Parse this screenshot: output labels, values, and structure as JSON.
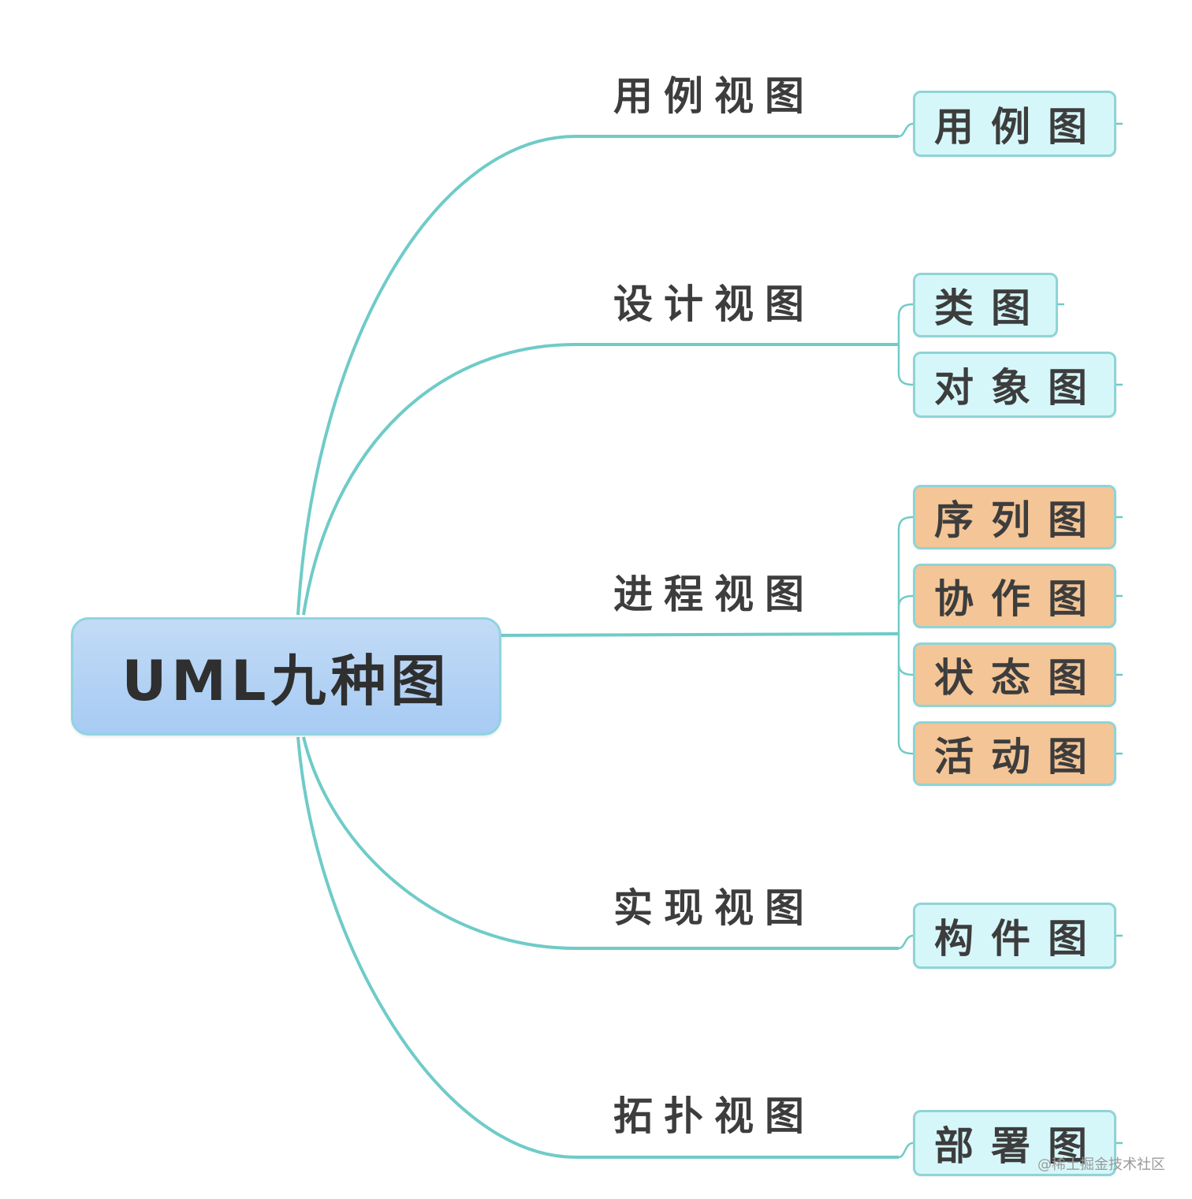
{
  "root": {
    "label": "UML九种图"
  },
  "branches": [
    {
      "label": "用例视图",
      "leaves": [
        {
          "label": "用例图",
          "fill": "#d6f7f9"
        }
      ]
    },
    {
      "label": "设计视图",
      "leaves": [
        {
          "label": "类图",
          "fill": "#d6f7f9"
        },
        {
          "label": "对象图",
          "fill": "#d6f7f9"
        }
      ]
    },
    {
      "label": "进程视图",
      "leaves": [
        {
          "label": "序列图",
          "fill": "#f4c596"
        },
        {
          "label": "协作图",
          "fill": "#f4c596"
        },
        {
          "label": "状态图",
          "fill": "#f4c596"
        },
        {
          "label": "活动图",
          "fill": "#f4c596"
        }
      ]
    },
    {
      "label": "实现视图",
      "leaves": [
        {
          "label": "构件图",
          "fill": "#d6f7f9"
        }
      ]
    },
    {
      "label": "拓扑视图",
      "leaves": [
        {
          "label": "部署图",
          "fill": "#d6f7f9"
        }
      ]
    }
  ],
  "colors": {
    "connector": "#6fcbc8",
    "root_fill": "#a7cbf3",
    "leaf_fill": "#d6f7f9",
    "leaf_fill_highlight": "#f4c596"
  },
  "watermark": "@稀土掘金技术社区"
}
